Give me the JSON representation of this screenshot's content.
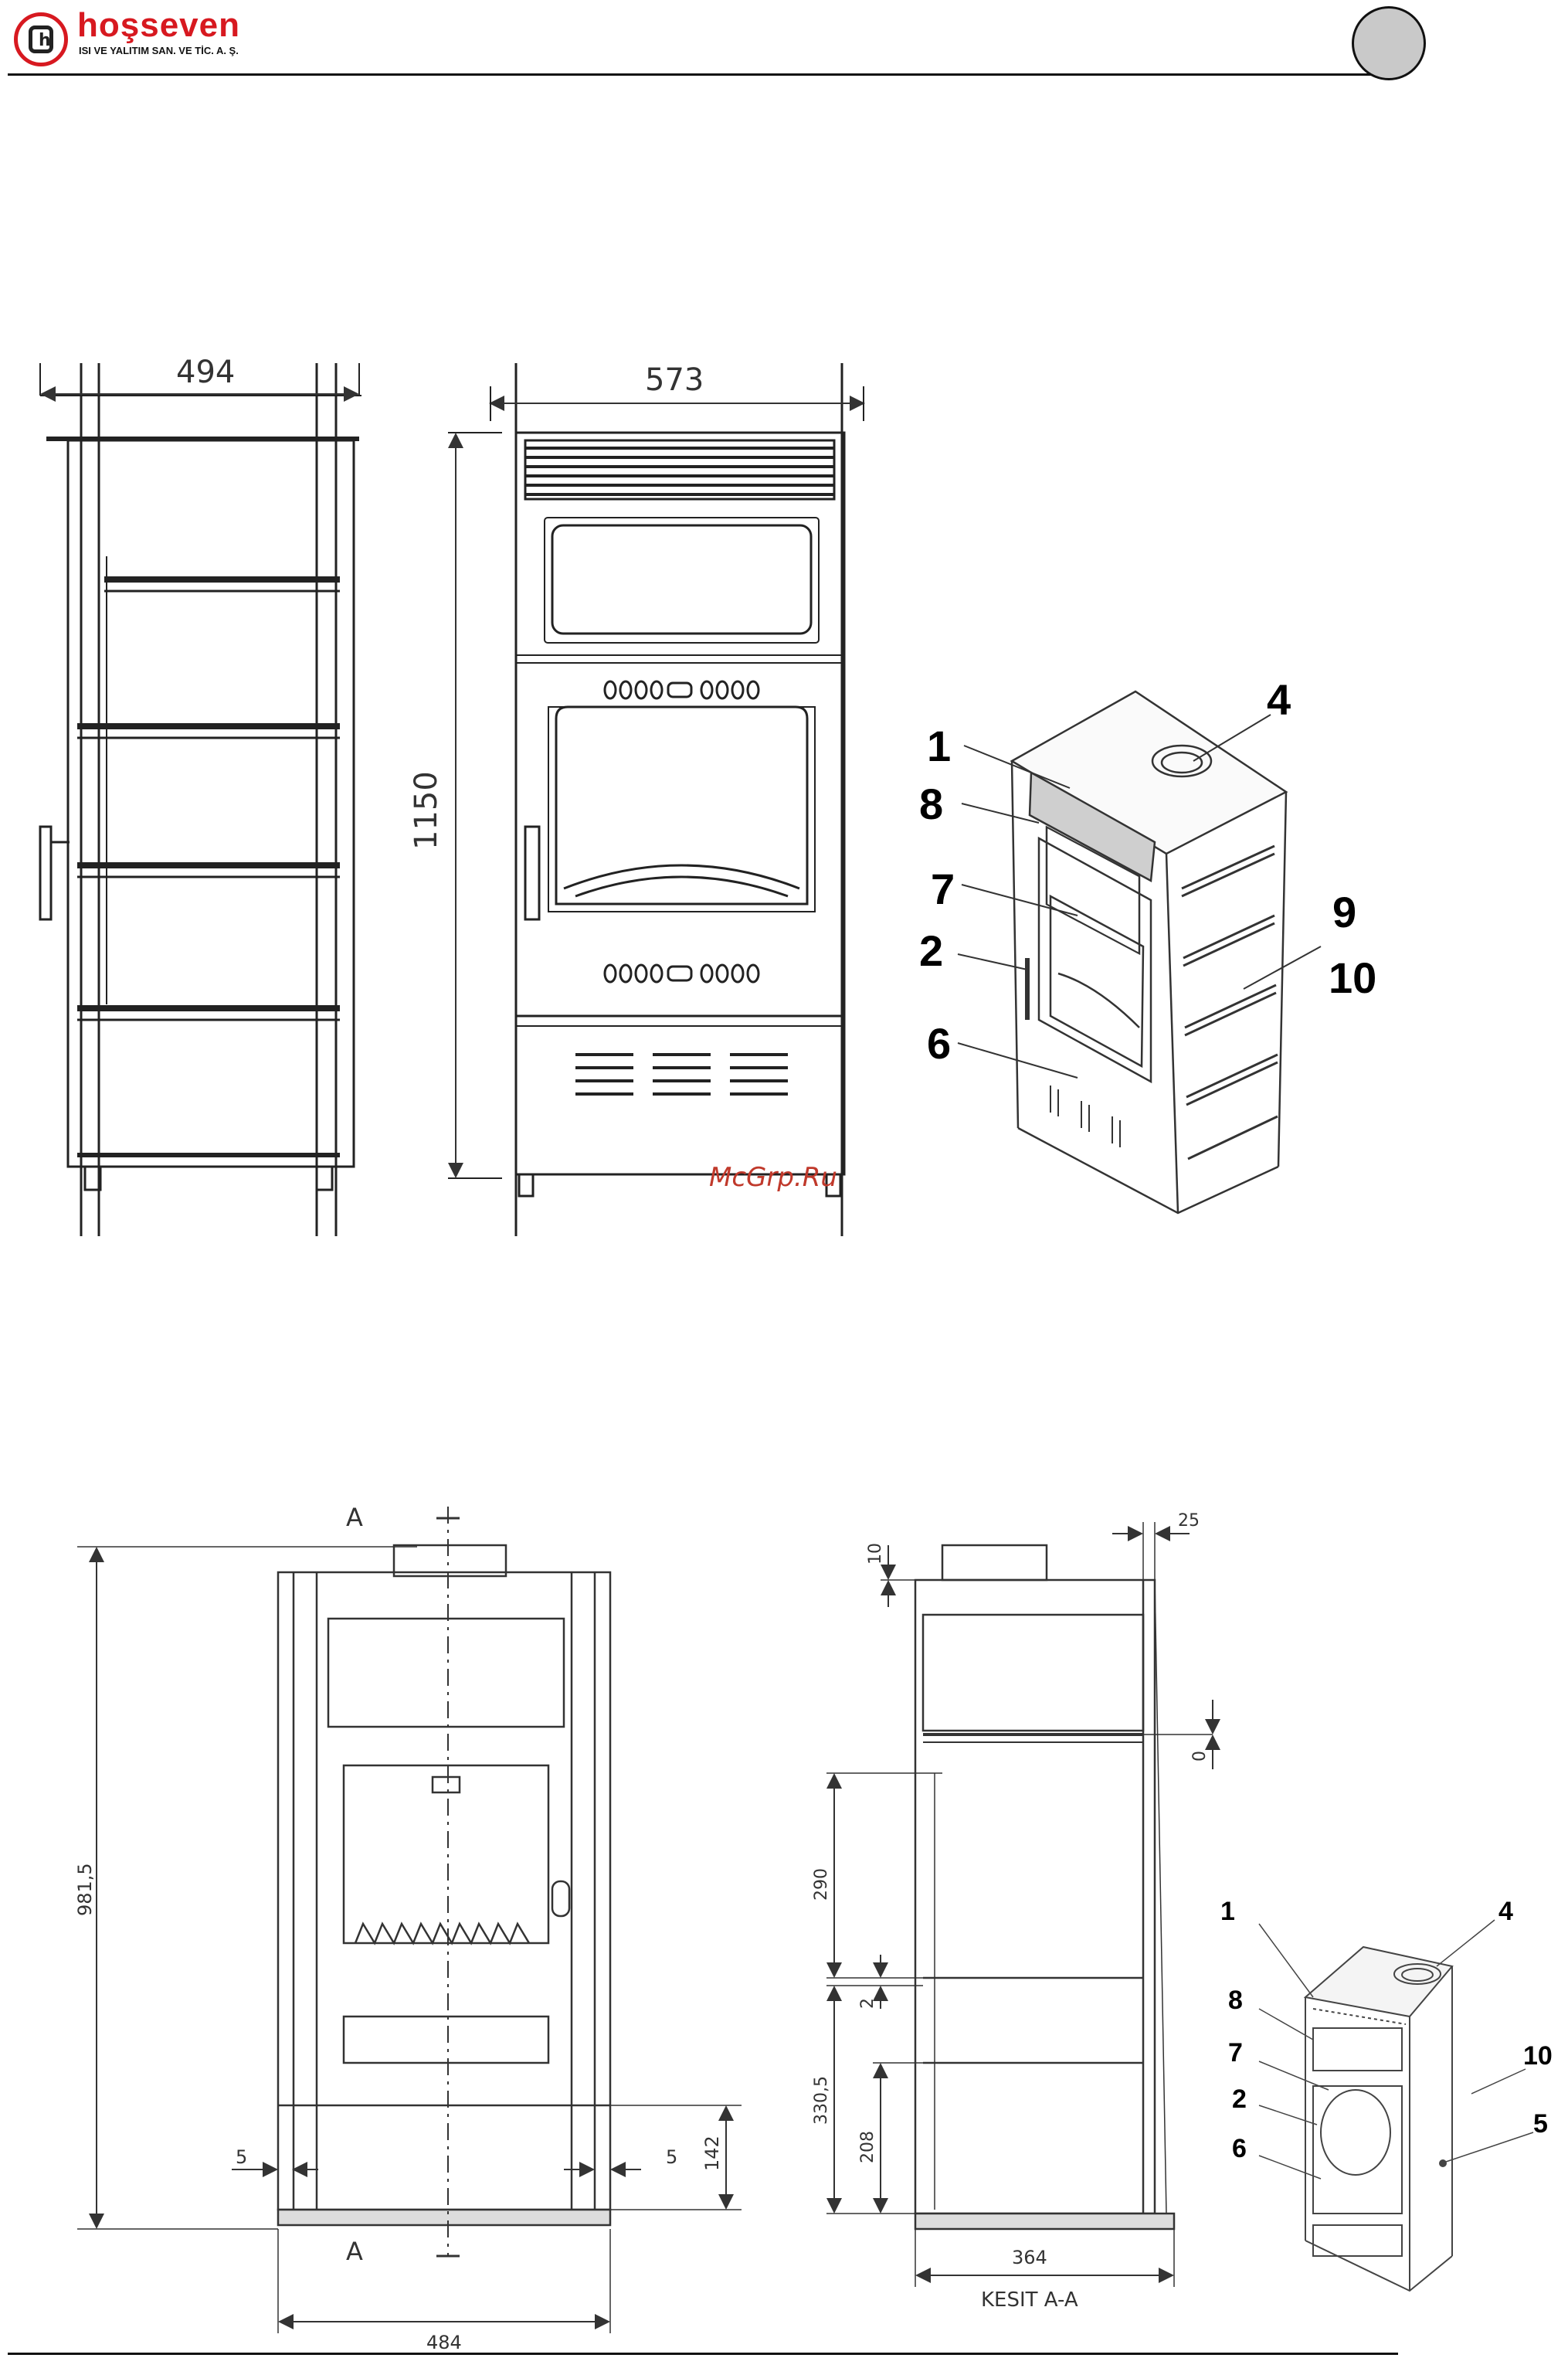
{
  "header": {
    "brand_name": "hoşseven",
    "brand_subtitle": "ISI VE YALITIM SAN. VE TİC. A. Ş."
  },
  "top_side_view": {
    "width_dim": "494"
  },
  "top_front_view": {
    "width_dim": "573",
    "height_dim": "1150"
  },
  "top_perspective": {
    "callouts": [
      "1",
      "8",
      "7",
      "2",
      "6",
      "4",
      "9",
      "10"
    ]
  },
  "watermark": "McGrp.Ru",
  "bottom_front_view": {
    "section_mark_top": "A",
    "section_mark_bottom": "A",
    "height_dim": "981,5",
    "width_dim": "484",
    "left_offset": "5",
    "right_offset": "5",
    "base_height": "142"
  },
  "bottom_section_view": {
    "top_dim": "10",
    "top_right_dim": "25",
    "gap_dim": "0",
    "dim_290": "290",
    "dim_2": "2",
    "dim_330": "330,5",
    "dim_208": "208",
    "width_dim": "364",
    "section_label": "KESIT A-A"
  },
  "bottom_perspective": {
    "callouts": [
      "1",
      "8",
      "7",
      "2",
      "6",
      "4",
      "10",
      "5"
    ]
  }
}
